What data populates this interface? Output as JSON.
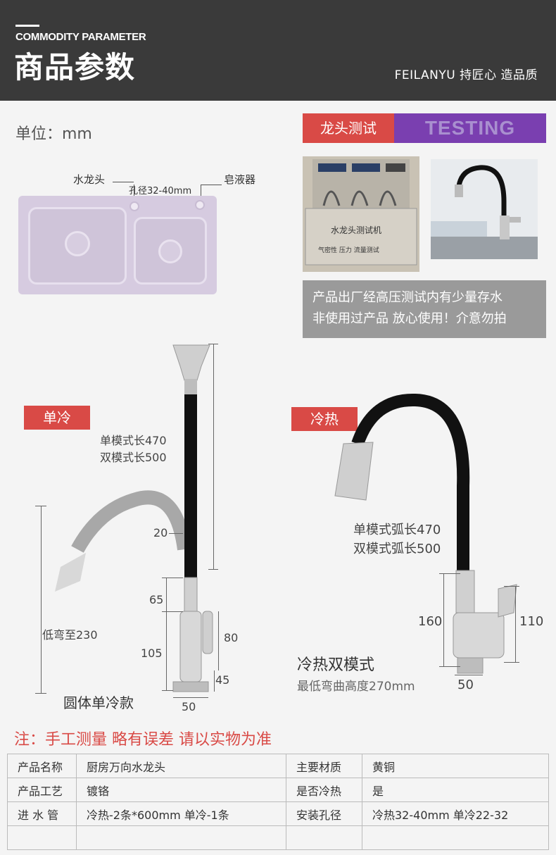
{
  "header": {
    "en_title": "COMMODITY PARAMETER",
    "zh_title": "商品参数",
    "brand": "FEILANYU 持匠心 造品质"
  },
  "unit": "单位：mm",
  "sink": {
    "label_faucet": "水龙头",
    "label_hole": "孔径32-40mm",
    "label_soap": "皂液器"
  },
  "testing": {
    "title_zh": "龙头测试",
    "title_en": "TESTING",
    "machine_text1": "水龙头测试机",
    "machine_text2": "气密性  压力  流量测试",
    "note_line1": "产品出厂经高压测试内有少量存水",
    "note_line2": "非使用过产品 放心使用！介意勿拍"
  },
  "single": {
    "tag": "单冷",
    "len1": "单模式长470",
    "len2": "双模式长500",
    "d20": "20",
    "d65": "65",
    "d80": "80",
    "d105": "105",
    "d45": "45",
    "d50": "50",
    "bend": "低弯至230",
    "caption": "圆体单冷款"
  },
  "hotcold": {
    "tag": "冷热",
    "arc1": "单模式弧长470",
    "arc2": "双模式弧长500",
    "d160": "160",
    "d110": "110",
    "d50": "50",
    "caption": "冷热双模式",
    "caption2": "最低弯曲高度270mm"
  },
  "warning": "注：手工测量 略有误差 请以实物为准",
  "table": {
    "rows": [
      [
        "产品名称",
        "厨房万向水龙头",
        "主要材质",
        "黄铜"
      ],
      [
        "产品工艺",
        "镀铬",
        "是否冷热",
        "是"
      ],
      [
        "进 水 管",
        "冷热-2条*600mm 单冷-1条",
        "安装孔径",
        "冷热32-40mm 单冷22-32"
      ],
      [
        "",
        "",
        "",
        ""
      ]
    ]
  },
  "colors": {
    "accent_red": "#d94a46",
    "purple": "#7a3fb0",
    "header_bg": "#3a3a3a"
  }
}
